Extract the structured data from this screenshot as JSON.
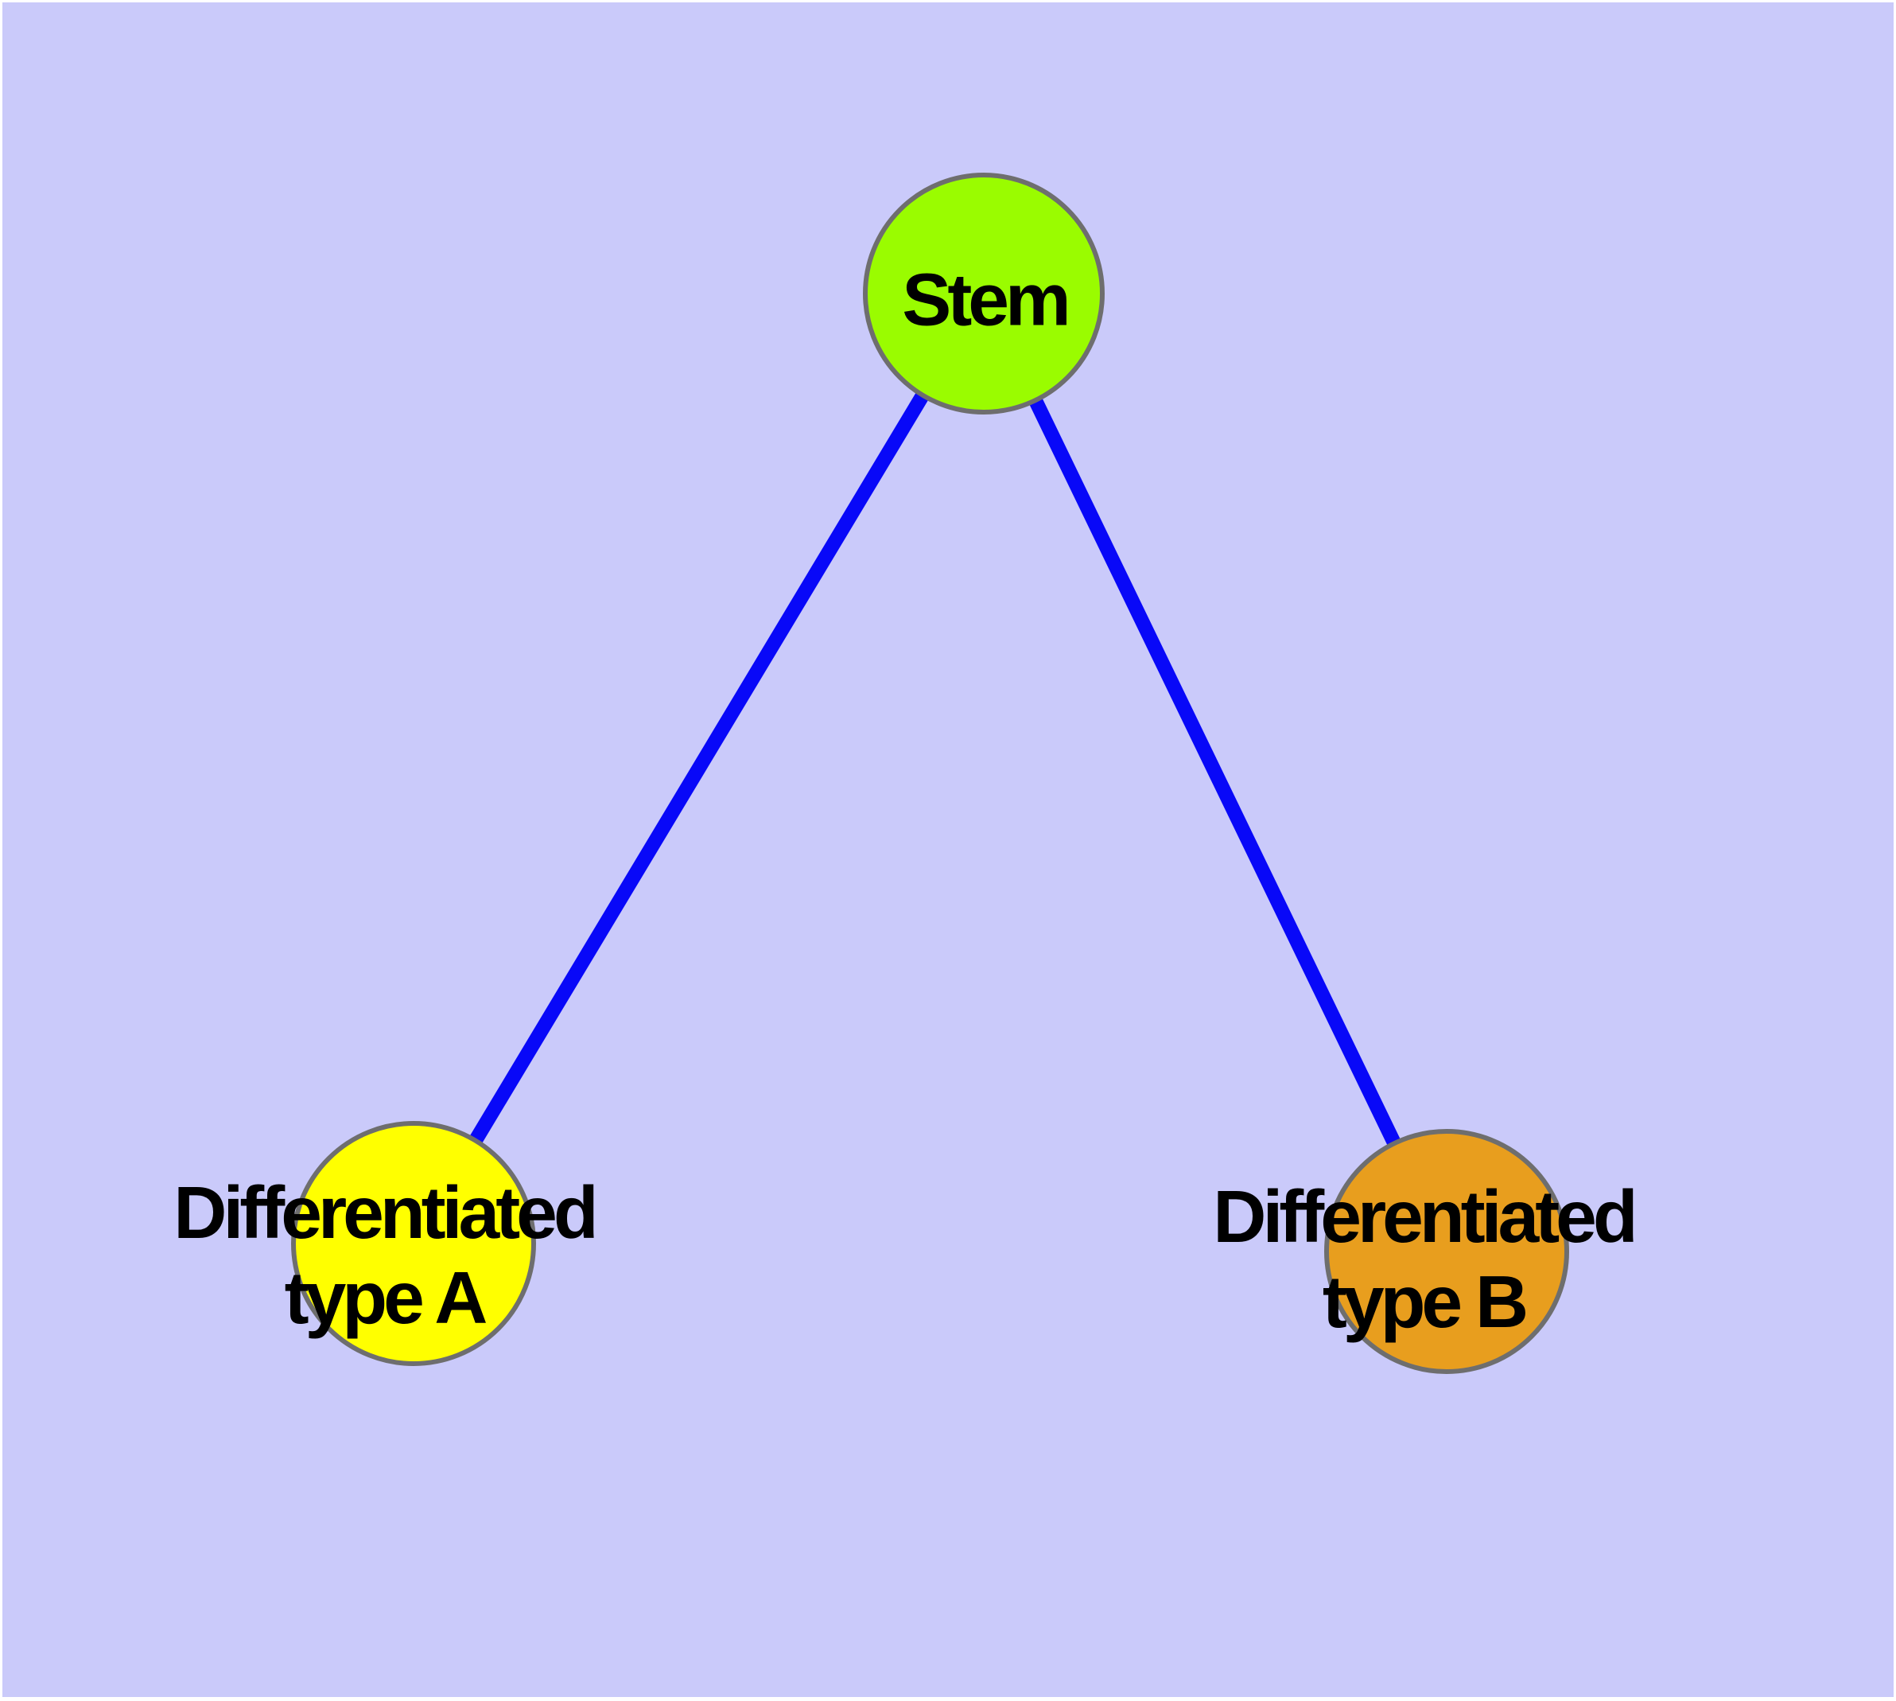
{
  "diagram": {
    "type": "graph",
    "background_color": "#CACAFA",
    "edge_color": "#0808F8",
    "node_border_color": "#6E6E6E",
    "label_color": "#000000",
    "nodes": [
      {
        "id": "stem",
        "label": "Stem",
        "line1": "Stem",
        "color": "#9AFC00"
      },
      {
        "id": "differentiated-type-a",
        "label": "Differentiated type A",
        "line1": "Differentiated",
        "line2": "type A",
        "color": "#FFFF00"
      },
      {
        "id": "differentiated-type-b",
        "label": "Differentiated type B",
        "line1": "Differentiated",
        "line2": "type B",
        "color": "#E89E1E"
      }
    ],
    "edges": [
      {
        "from": "Stem",
        "to": "Differentiated type A"
      },
      {
        "from": "Stem",
        "to": "Differentiated type B"
      }
    ]
  }
}
